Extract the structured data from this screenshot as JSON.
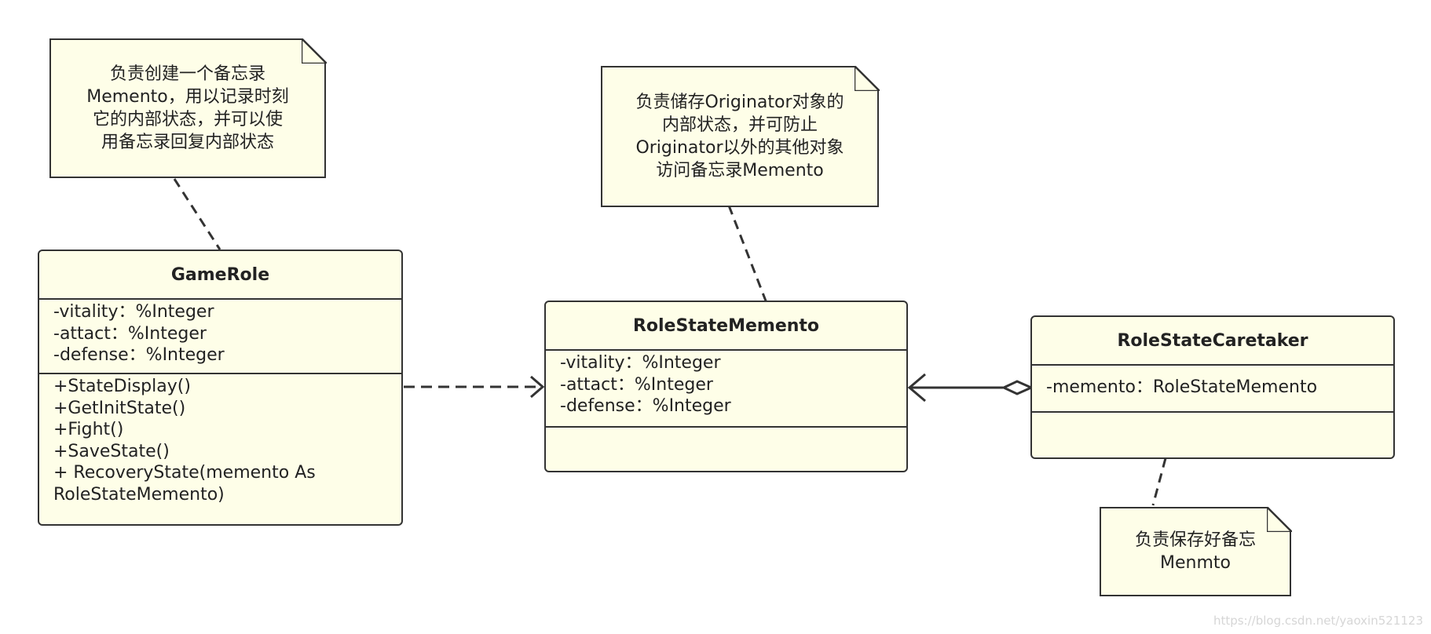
{
  "notes": {
    "gamerole": {
      "lines": [
        "负责创建一个备忘录",
        "Memento，用以记录时刻",
        "它的内部状态，并可以使",
        "用备忘录回复内部状态"
      ]
    },
    "memento": {
      "lines": [
        "负责储存Originator对象的",
        "内部状态，并可防止",
        "Originator以外的其他对象",
        "访问备忘录Memento"
      ]
    },
    "caretaker": {
      "lines": [
        "负责保存好备忘",
        "Menmto"
      ]
    }
  },
  "classes": {
    "gamerole": {
      "name": "GameRole",
      "attributes": [
        "-vitality：%Integer",
        "-attact：%Integer",
        "-defense：%Integer"
      ],
      "operations": [
        "+StateDisplay()",
        "+GetInitState()",
        "+Fight()",
        "+SaveState()",
        "+ RecoveryState(memento As",
        "RoleStateMemento)"
      ]
    },
    "memento": {
      "name": "RoleStateMemento",
      "attributes": [
        "-vitality：%Integer",
        "-attact：%Integer",
        "-defense：%Integer"
      ],
      "operations": []
    },
    "caretaker": {
      "name": "RoleStateCaretaker",
      "attributes": [
        "-memento：RoleStateMemento"
      ],
      "operations": []
    }
  },
  "relationships": [
    {
      "type": "dependency",
      "from": "GameRole",
      "to": "RoleStateMemento"
    },
    {
      "type": "aggregation",
      "from": "RoleStateCaretaker",
      "to": "RoleStateMemento"
    }
  ],
  "watermark": "https://blog.csdn.net/yaoxin521123",
  "colors": {
    "fill": "#fefee8",
    "stroke": "#333333"
  }
}
